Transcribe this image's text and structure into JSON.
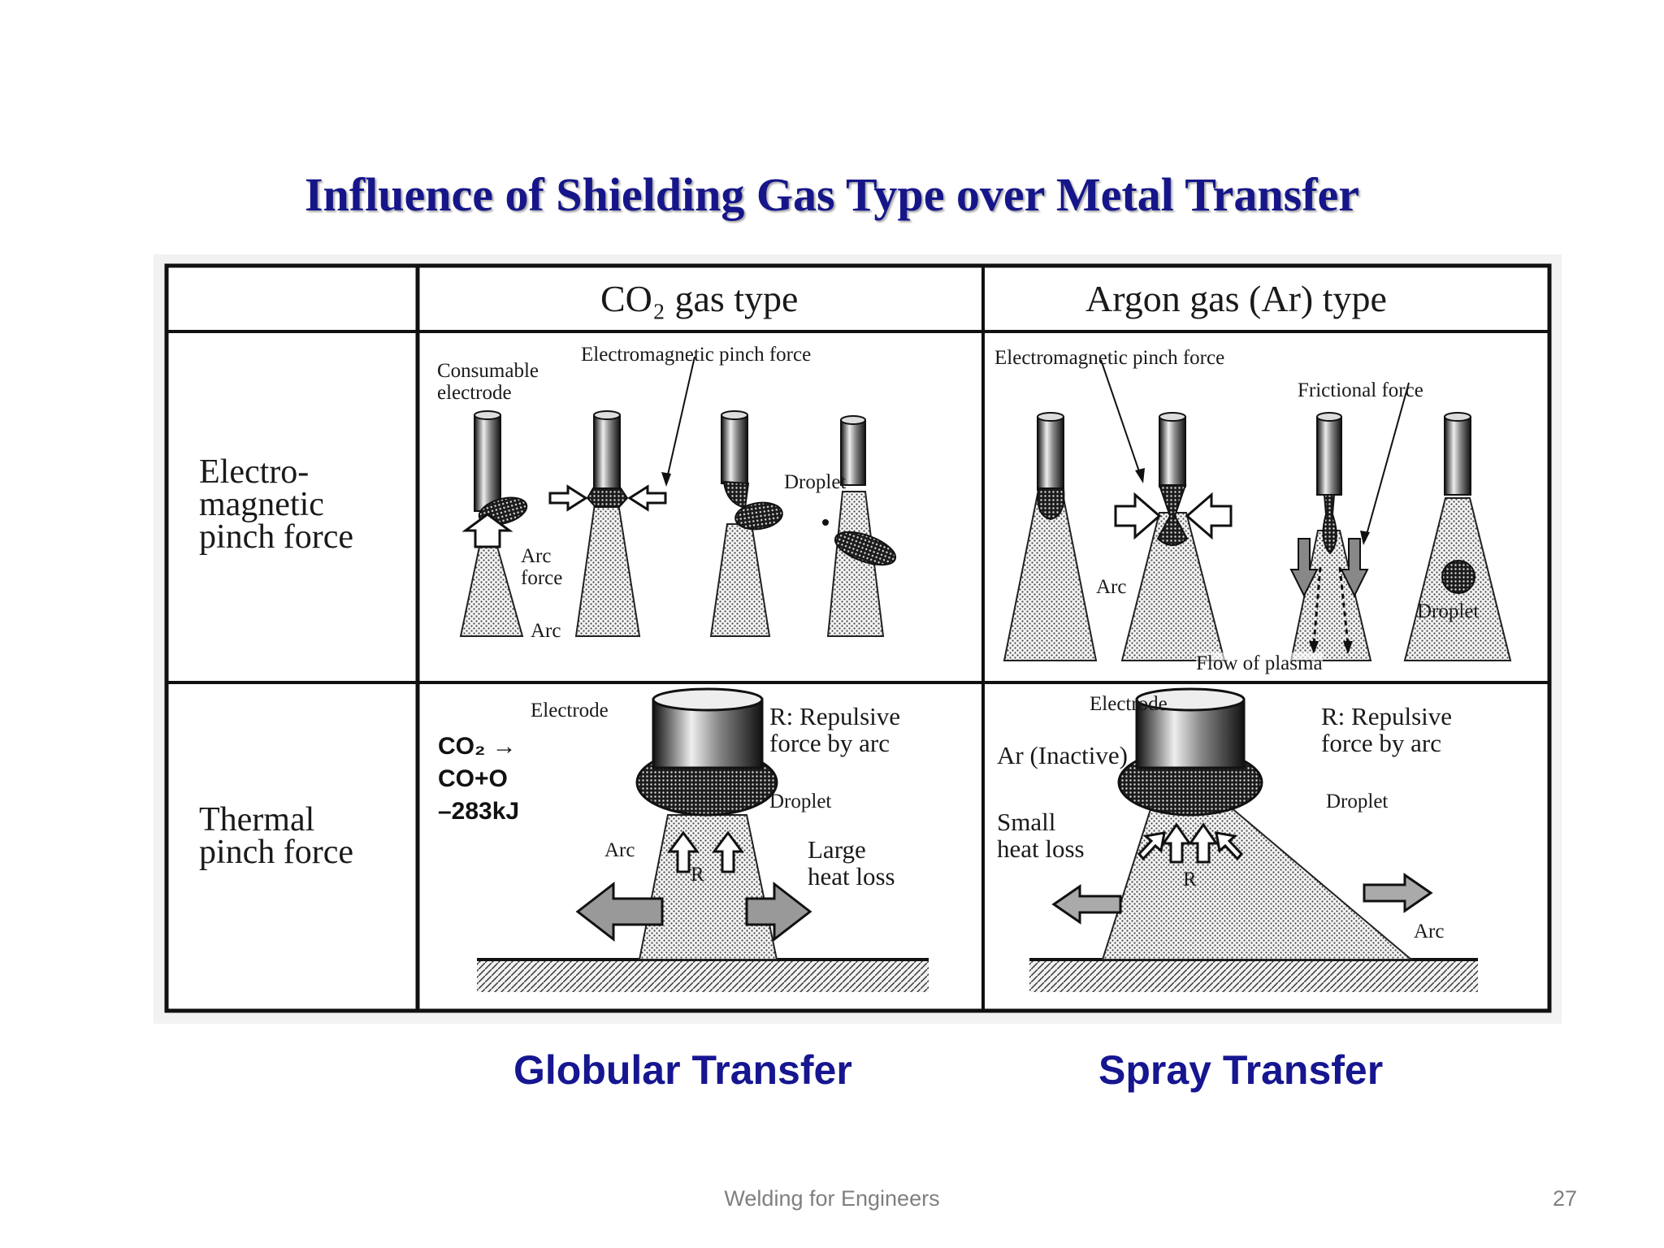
{
  "slide": {
    "title": "Influence of Shielding Gas Type over Metal Transfer",
    "footer": "Welding for Engineers",
    "page_number": "27"
  },
  "table": {
    "col_headers": [
      "CO₂ gas type",
      "Argon gas (Ar) type"
    ],
    "row_headers": [
      "Electro-\nmagnetic\npinch force",
      "Thermal\npinch force"
    ]
  },
  "co2_em": {
    "consumable_electrode": "Consumable\nelectrode",
    "em_pinch_force": "Electromagnetic pinch force",
    "droplet": "Droplet",
    "arc_force": "Arc\nforce",
    "arc": "Arc"
  },
  "ar_em": {
    "em_pinch_force": "Electromagnetic pinch force",
    "frictional_force": "Frictional force",
    "arc": "Arc",
    "droplet": "Droplet",
    "flow_of_plasma": "Flow of plasma"
  },
  "co2_thermal": {
    "electrode": "Electrode",
    "reaction": "CO₂ →\n CO+O\n –283kJ",
    "repulsive": "R: Repulsive\n      force by arc",
    "droplet": "Droplet",
    "arc": "Arc",
    "r": "R",
    "large_heat_loss": "Large\nheat loss"
  },
  "ar_thermal": {
    "electrode": "Electrode",
    "inactive": "Ar (Inactive)",
    "repulsive": "R: Repulsive\n     force by arc",
    "droplet": "Droplet",
    "small_heat_loss": "Small\nheat loss",
    "r": "R",
    "arc": "Arc"
  },
  "captions": {
    "left": "Globular Transfer",
    "right": "Spray Transfer"
  },
  "colors": {
    "title": "#16168a",
    "caption": "#161690",
    "footer": "#7f7f7f"
  }
}
